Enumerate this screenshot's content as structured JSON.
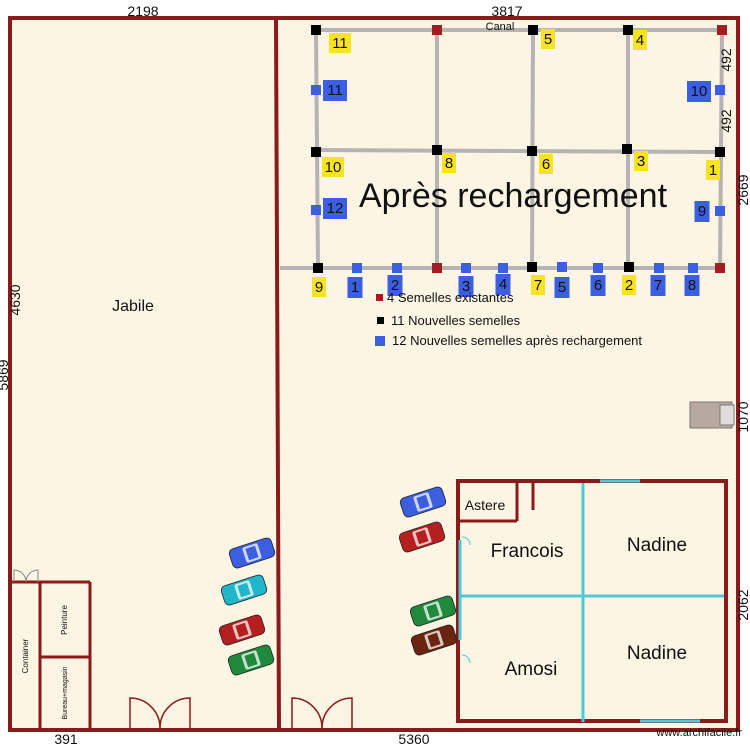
{
  "title": "Après rechargement",
  "dimensions": {
    "top_left": "2198",
    "top_right": "3817",
    "left_upper": "4630",
    "left_lower": "5869",
    "right_a": "492",
    "right_b": "492",
    "right_c": "2669",
    "right_d": "1070",
    "right_e": "2062",
    "bottom_left": "391",
    "bottom_right": "5360"
  },
  "labels": {
    "canal": "Canal",
    "jabile": "Jabile",
    "astere": "Astere",
    "francois": "Francois",
    "nadine_top": "Nadine",
    "nadine_bottom": "Nadine",
    "amosi": "Amosi",
    "container": "Container",
    "peinture": "Peinture",
    "bureau": "Bureau+magasin",
    "watermark": "www.archifacile.fr"
  },
  "legend": [
    {
      "color": "#a11d21",
      "text": "4 Semelles existantes"
    },
    {
      "color": "#000000",
      "text": "11 Nouvelles semelles"
    },
    {
      "color": "#3b5fe0",
      "text": "12 Nouvelles semelles après rechargement"
    }
  ],
  "colors": {
    "wall": "#8b1a1a",
    "floor": "#fdf5e3",
    "beam": "#b4b4b4",
    "existing": "#a11d21",
    "new": "#000000",
    "after": "#3b5fe0",
    "yellow": "#f7e323",
    "glass": "#4fc8d8"
  },
  "yellow_tags": [
    "11",
    "5",
    "4",
    "10",
    "8",
    "6",
    "3",
    "1",
    "9",
    "7",
    "2"
  ],
  "blue_tags": [
    "11",
    "10",
    "12",
    "9",
    "1",
    "2",
    "3",
    "4",
    "5",
    "6",
    "7",
    "8"
  ]
}
